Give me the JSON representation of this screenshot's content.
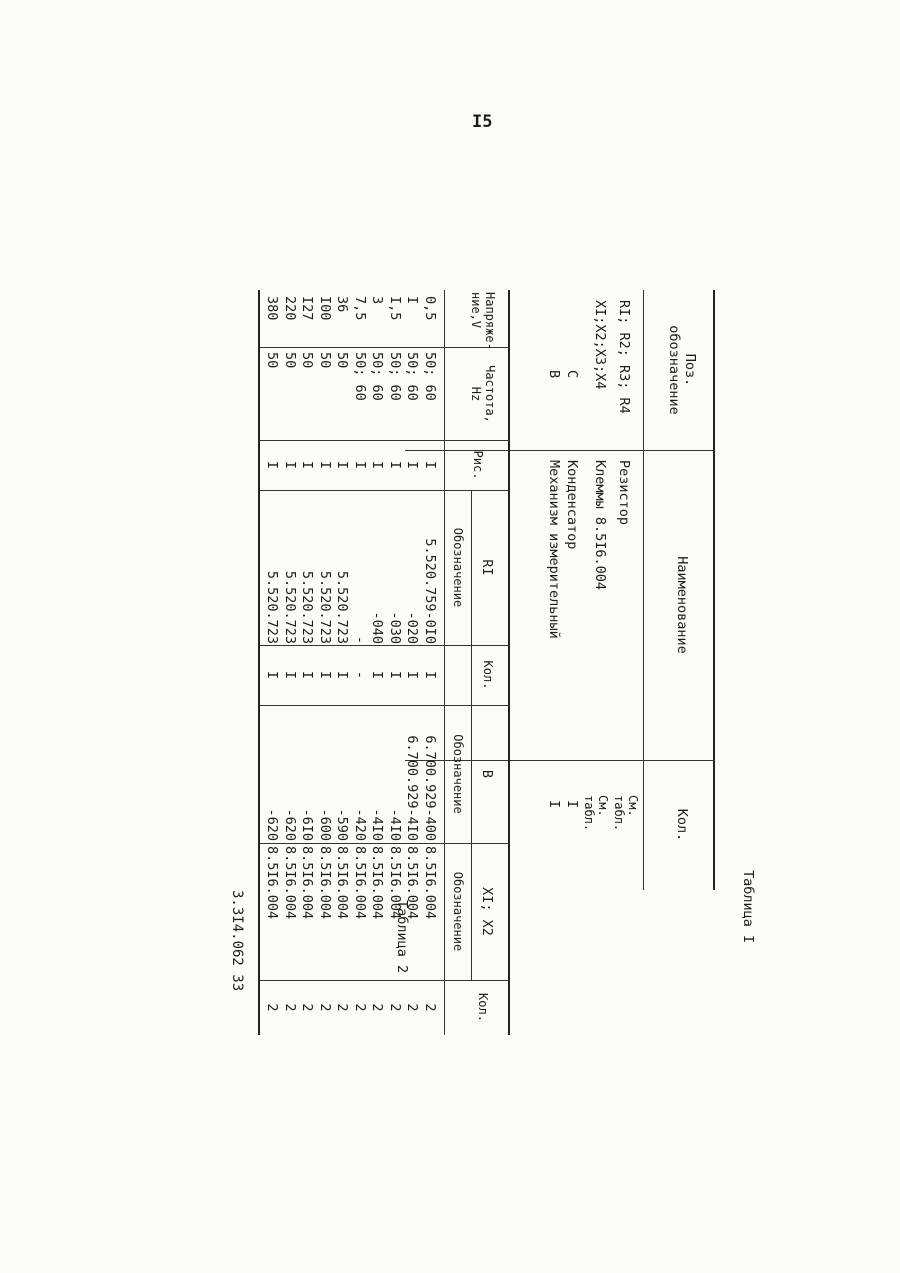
{
  "page_number": "I5",
  "table1": {
    "caption": "Таблица I",
    "headers": {
      "pos": [
        "Поз.",
        "обозначение"
      ],
      "name": "Наименование",
      "qty": "Кол."
    },
    "rows": [
      {
        "pos": "RI; R2; R3; R4",
        "name": "Резистор",
        "qty": [
          "См.",
          "табл."
        ]
      },
      {
        "pos": "XI;X2;X3;X4",
        "name": "Клеммы 8.5I6.004",
        "qty": [
          "См.",
          "табл."
        ]
      },
      {
        "pos": "C",
        "name": "Конденсатор",
        "qty": [
          "I"
        ]
      },
      {
        "pos": "B",
        "name": "Механизм измерительный",
        "qty": [
          "I"
        ]
      }
    ]
  },
  "table2": {
    "caption": "Таблица 2",
    "headers": {
      "voltage": [
        "Напряже-",
        "ние,V"
      ],
      "freq": [
        "Частота,",
        "Hz"
      ],
      "fig": "Рис.",
      "r1": "RI",
      "r1_des": "Обозначение",
      "r1_qty": "Кол.",
      "b": "B",
      "b_des": "Обозначение",
      "x": "XI; X2",
      "x_des": "Обозначение",
      "qty": "Кол."
    },
    "rows": [
      {
        "v": "0,5",
        "f": "50; 60",
        "fig": "I",
        "r1": "5.520.759-0I0",
        "r1q": "I",
        "b": "6.700.929-400",
        "x": "8.5I6.004",
        "q": "2"
      },
      {
        "v": "I",
        "f": "50; 60",
        "fig": "I",
        "r1": "-020",
        "r1q": "I",
        "b": "6.700.929-4I0",
        "x": "8.5I6.004",
        "q": "2"
      },
      {
        "v": "I,5",
        "f": "50; 60",
        "fig": "I",
        "r1": "-030",
        "r1q": "I",
        "b": "-4I0",
        "x": "8.5I6.004",
        "q": "2"
      },
      {
        "v": "3",
        "f": "50; 60",
        "fig": "I",
        "r1": "-040",
        "r1q": "I",
        "b": "-4I0",
        "x": "8.5I6.004",
        "q": "2"
      },
      {
        "v": "7,5",
        "f": "50; 60",
        "fig": "I",
        "r1": "-",
        "r1q": "-",
        "b": "-420",
        "x": "8.5I6.004",
        "q": "2"
      },
      {
        "v": "36",
        "f": "50",
        "fig": "I",
        "r1": "5.520.723",
        "r1q": "I",
        "b": "-590",
        "x": "8.5I6.004",
        "q": "2"
      },
      {
        "v": "I00",
        "f": "50",
        "fig": "I",
        "r1": "5.520.723",
        "r1q": "I",
        "b": "-600",
        "x": "8.5I6.004",
        "q": "2"
      },
      {
        "v": "I27",
        "f": "50",
        "fig": "I",
        "r1": "5.520.723",
        "r1q": "I",
        "b": "-6I0",
        "x": "8.5I6.004",
        "q": "2"
      },
      {
        "v": "220",
        "f": "50",
        "fig": "I",
        "r1": "5.520.723",
        "r1q": "I",
        "b": "-620",
        "x": "8.5I6.004",
        "q": "2"
      },
      {
        "v": "380",
        "f": "50",
        "fig": "I",
        "r1": "5.520.723",
        "r1q": "I",
        "b": "-620",
        "x": "8.5I6.004",
        "q": "2"
      }
    ]
  },
  "doc_code": "3.3I4.062 33"
}
